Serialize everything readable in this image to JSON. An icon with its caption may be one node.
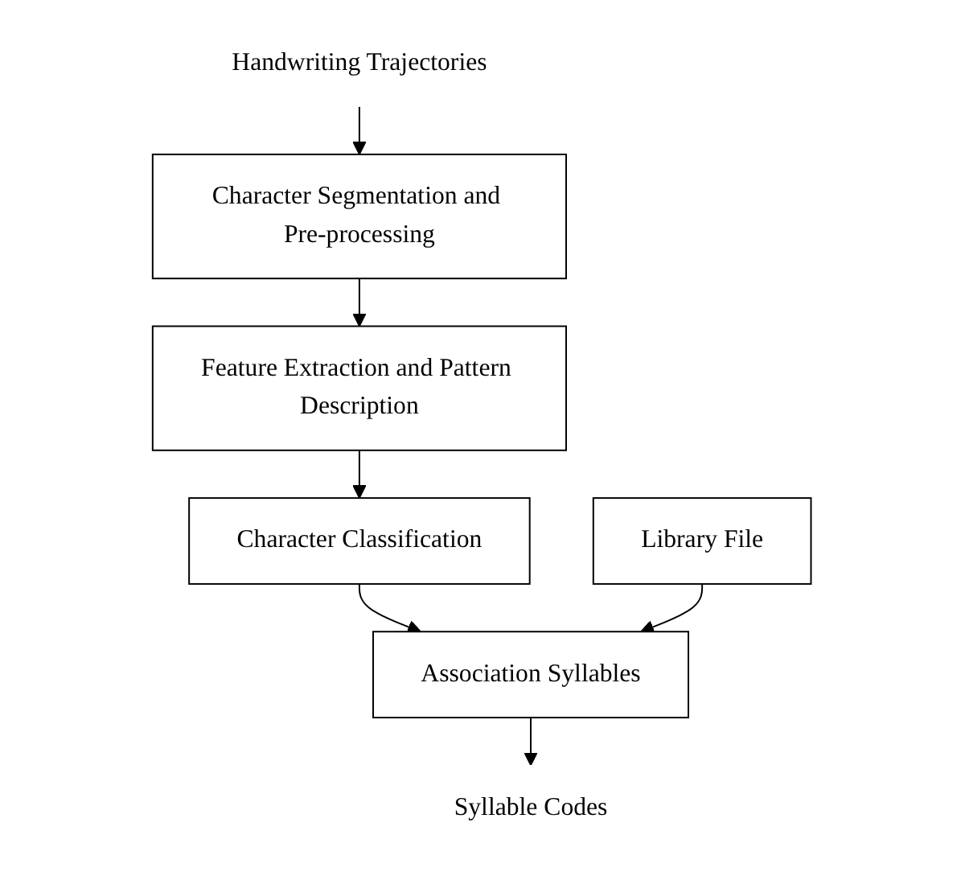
{
  "diagram": {
    "nodes": [
      {
        "text": [
          "Handwriting Trajectories"
        ]
      },
      {
        "text": [
          "Character Segmentation and Pre-processing"
        ]
      },
      {
        "text": [
          "Feature Extraction and Pattern Description"
        ]
      },
      {
        "text": [
          "Character Classification"
        ]
      },
      {
        "text": [
          "Association Syllables"
        ]
      },
      {
        "text": [
          "Library File"
        ]
      },
      {
        "text": [
          "Syllable Codes"
        ]
      }
    ],
    "edges": [
      {
        "from": 0,
        "to": 1,
        "arrow": "to"
      },
      {
        "from": 1,
        "to": 2,
        "arrow": "to"
      },
      {
        "from": 2,
        "to": 3,
        "arrow": "to"
      },
      {
        "from": 3,
        "to": 4,
        "arrow": "to"
      },
      {
        "from": 5,
        "to": 4,
        "arrow": "to"
      },
      {
        "from": 4,
        "to": 6,
        "arrow": "to"
      }
    ]
  }
}
